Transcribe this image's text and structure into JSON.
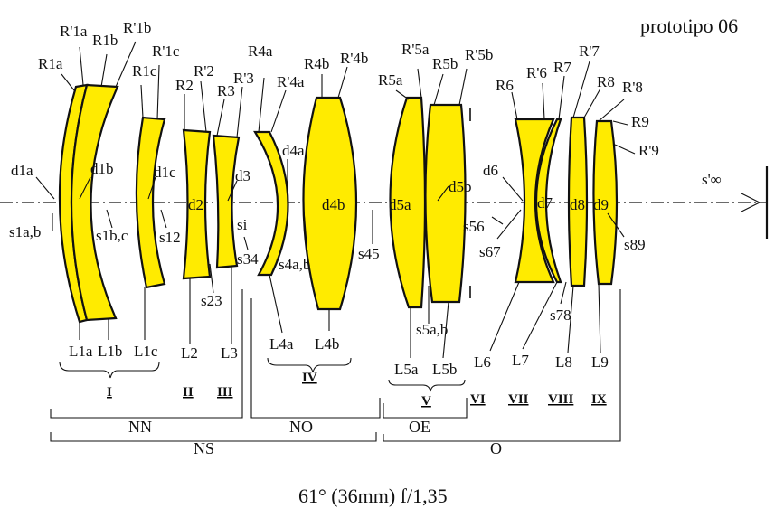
{
  "title": "prototipo 06",
  "caption": "61° (36mm) f/1,35",
  "labels": {
    "R1a": "R1a",
    "R1a_p": "R'1a",
    "R1b": "R1b",
    "R1b_p": "R'1b",
    "R1c": "R1c",
    "R1c_p": "R'1c",
    "R1c_2": "R'1c",
    "R2": "R2",
    "R2_p": "R'2",
    "R3": "R3",
    "R3_p": "R'3",
    "R4a": "R4a",
    "R4a_p": "R'4a",
    "R4b": "R4b",
    "R4b_p": "R'4b",
    "R5a": "R5a",
    "R5a_p": "R'5a",
    "R5b": "R5b",
    "R5b_p": "R'5b",
    "R6": "R6",
    "R6_p": "R'6",
    "R7": "R7",
    "R7_p": "R'7",
    "R8": "R8",
    "R8_p": "R'8",
    "R9": "R9",
    "R9_p": "R'9",
    "d1a": "d1a",
    "d1b": "d1b",
    "d1c": "d1c",
    "d2": "d2",
    "d3": "d3",
    "d4a": "d4a",
    "d4b": "d4b",
    "d5a": "d5a",
    "d5b": "d5b",
    "d6": "d6",
    "d7": "d7",
    "d8": "d8",
    "d9": "d9",
    "s1ab": "s1a,b",
    "s1bc": "s1b,c",
    "s12": "s12",
    "s23": "s23",
    "s34": "s34",
    "si": "si",
    "s4ab": "s4a,b",
    "s45": "s45",
    "s56": "s56",
    "s5ab": "s5a,b",
    "s67": "s67",
    "s78": "s78",
    "s89": "s89",
    "sinf": "s'∞",
    "L1a": "L1a",
    "L1b": "L1b",
    "L1c": "L1c",
    "L2": "L2",
    "L3": "L3",
    "L4a": "L4a",
    "L4b": "L4b",
    "L5a": "L5a",
    "L5b": "L5b",
    "L6": "L6",
    "L7": "L7",
    "L8": "L8",
    "L9": "L9"
  },
  "groups": {
    "I": "I",
    "II": "II",
    "III": "III",
    "IV": "IV",
    "V": "V",
    "VI": "VI",
    "VII": "VII",
    "VIII": "VIII",
    "IX": "IX",
    "NN": "NN",
    "NO": "NO",
    "OE": "OE",
    "NS": "NS",
    "O": "O"
  }
}
